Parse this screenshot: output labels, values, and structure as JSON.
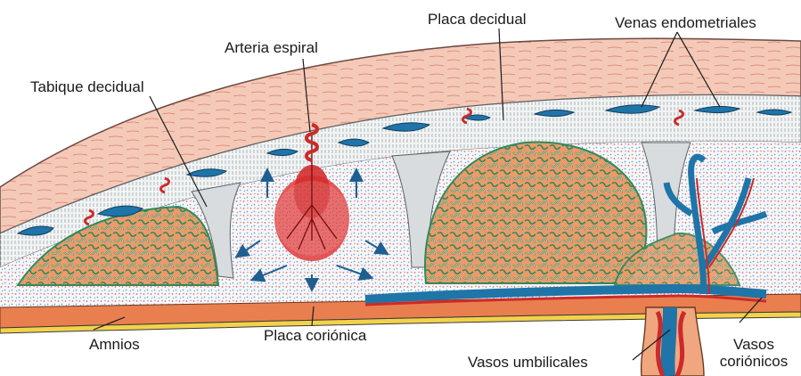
{
  "labels": {
    "placa_decidual": "Placa decidual",
    "venas_endometriales": "Venas endometriales",
    "arteria_espiral": "Arteria espiral",
    "tabique_decidual": "Tabique decidual",
    "amnios": "Amnios",
    "placa_corionica": "Placa coriónica",
    "vasos_umbilicales": "Vasos umbilicales",
    "vasos_corionicos_line1": "Vasos",
    "vasos_corionicos_line2": "coriónicos"
  },
  "colors": {
    "myometrium": "#f4c9b8",
    "decidua": "#eef1f2",
    "intervillous_space": "#e9eef2",
    "villi_orange": "#ec9a6a",
    "villus_border_green": "#2f8a5a",
    "septum_gray": "#d9dcde",
    "vein_blue": "#1f74a8",
    "artery_red": "#cc2a2a",
    "chorionic_plate": "#e97f4f",
    "amnion_yellow": "#f2d24a"
  }
}
